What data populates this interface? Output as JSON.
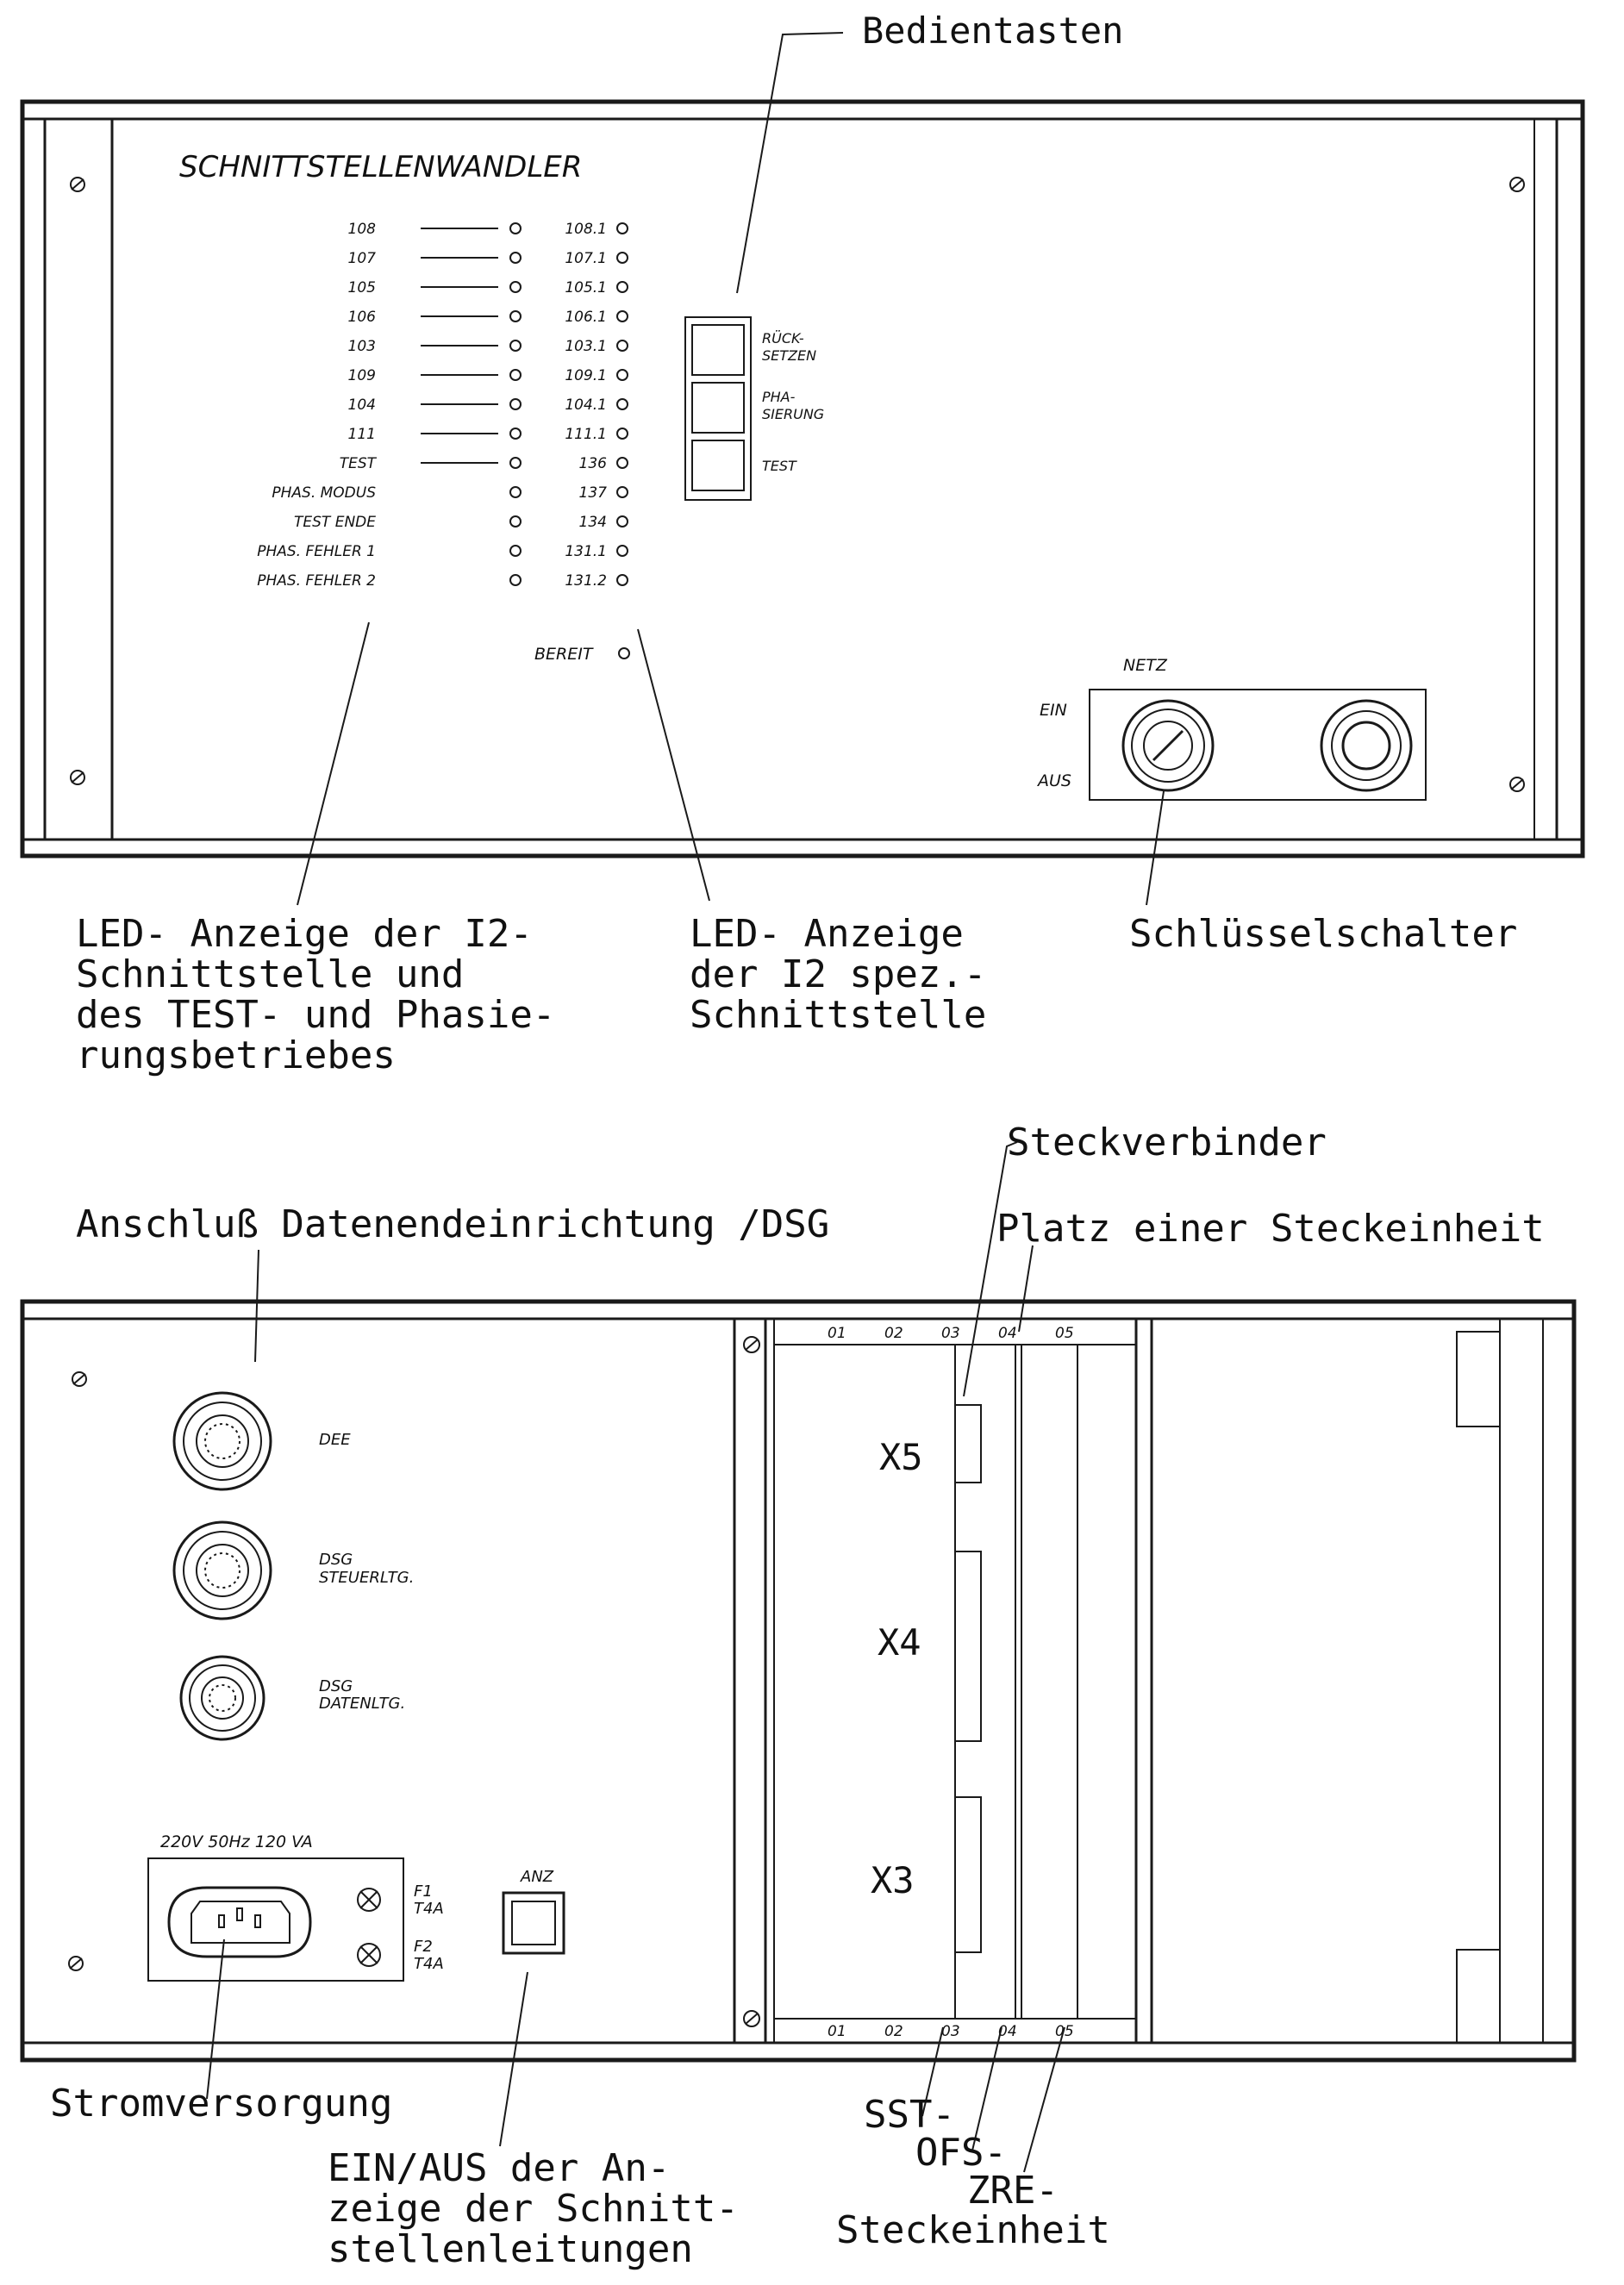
{
  "front": {
    "title": "SCHNITTSTELLENWANDLER",
    "led_left": [
      "108",
      "107",
      "105",
      "106",
      "103",
      "109",
      "104",
      "111",
      "TEST",
      "PHAS. MODUS",
      "TEST ENDE",
      "PHAS. FEHLER 1",
      "PHAS. FEHLER 2"
    ],
    "led_right": [
      "108.1",
      "107.1",
      "105.1",
      "106.1",
      "103.1",
      "109.1",
      "104.1",
      "111.1",
      "136",
      "137",
      "134",
      "131.1",
      "131.2"
    ],
    "bereit": "BEREIT",
    "buttons": [
      "RÜCK-\nSETZEN",
      "PHA-\nSIERUNG",
      "TEST"
    ],
    "netz": "NETZ",
    "ein": "EIN",
    "aus": "AUS"
  },
  "front_callouts": {
    "bedientasten": "Bedientasten",
    "led_i2": [
      "LED- Anzeige der I2-",
      "Schnittstelle und",
      "des TEST- und Phasie-",
      "rungsbetriebes"
    ],
    "led_i2_spez": [
      "LED- Anzeige",
      "der I2 spez.-",
      "Schnittstelle"
    ],
    "schluessel": "Schlüsselschalter"
  },
  "rear": {
    "dee": "DEE",
    "dsg_steuer": [
      "DSG",
      "STEUERLTG."
    ],
    "dsg_daten": [
      "DSG",
      "DATENLTG."
    ],
    "power_rating": "220V   50Hz   120 VA",
    "f1": [
      "F1",
      "T4A"
    ],
    "f2": [
      "F2",
      "T4A"
    ],
    "anz": "ANZ",
    "slots_top": [
      "01",
      "02",
      "03",
      "04",
      "05"
    ],
    "slots_bottom": [
      "01",
      "02",
      "03",
      "04",
      "05"
    ],
    "connectors": [
      "X5",
      "X4",
      "X3"
    ]
  },
  "rear_callouts": {
    "anschluss": "Anschluß Datenendeinrichtung /DSG",
    "steckverbinder": "Steckverbinder",
    "platz": "Platz einer Steckeinheit",
    "stromversorgung": "Stromversorgung",
    "ein_aus": [
      "EIN/AUS der An-",
      "zeige der Schnitt-",
      "stellenleitungen"
    ],
    "sst": "SST-",
    "ofs": "OFS-",
    "zre": "ZRE-",
    "steckeinheit": "Steckeinheit"
  }
}
